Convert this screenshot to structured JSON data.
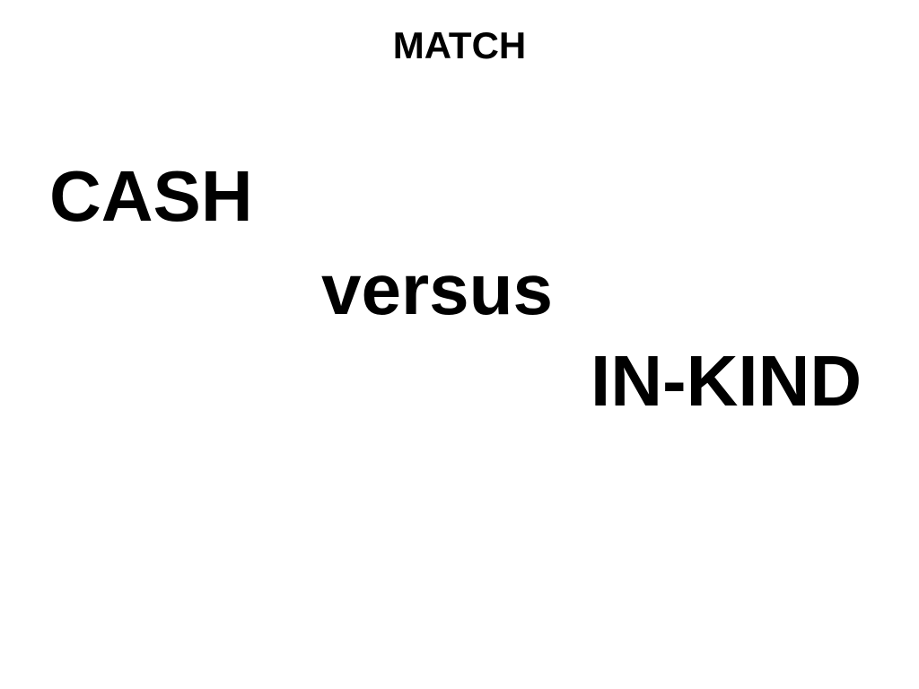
{
  "slide": {
    "title": "MATCH",
    "line1": "CASH",
    "line2": "versus",
    "line3": "IN-KIND"
  },
  "colors": {
    "background": "#ffffff",
    "text": "#000000"
  }
}
